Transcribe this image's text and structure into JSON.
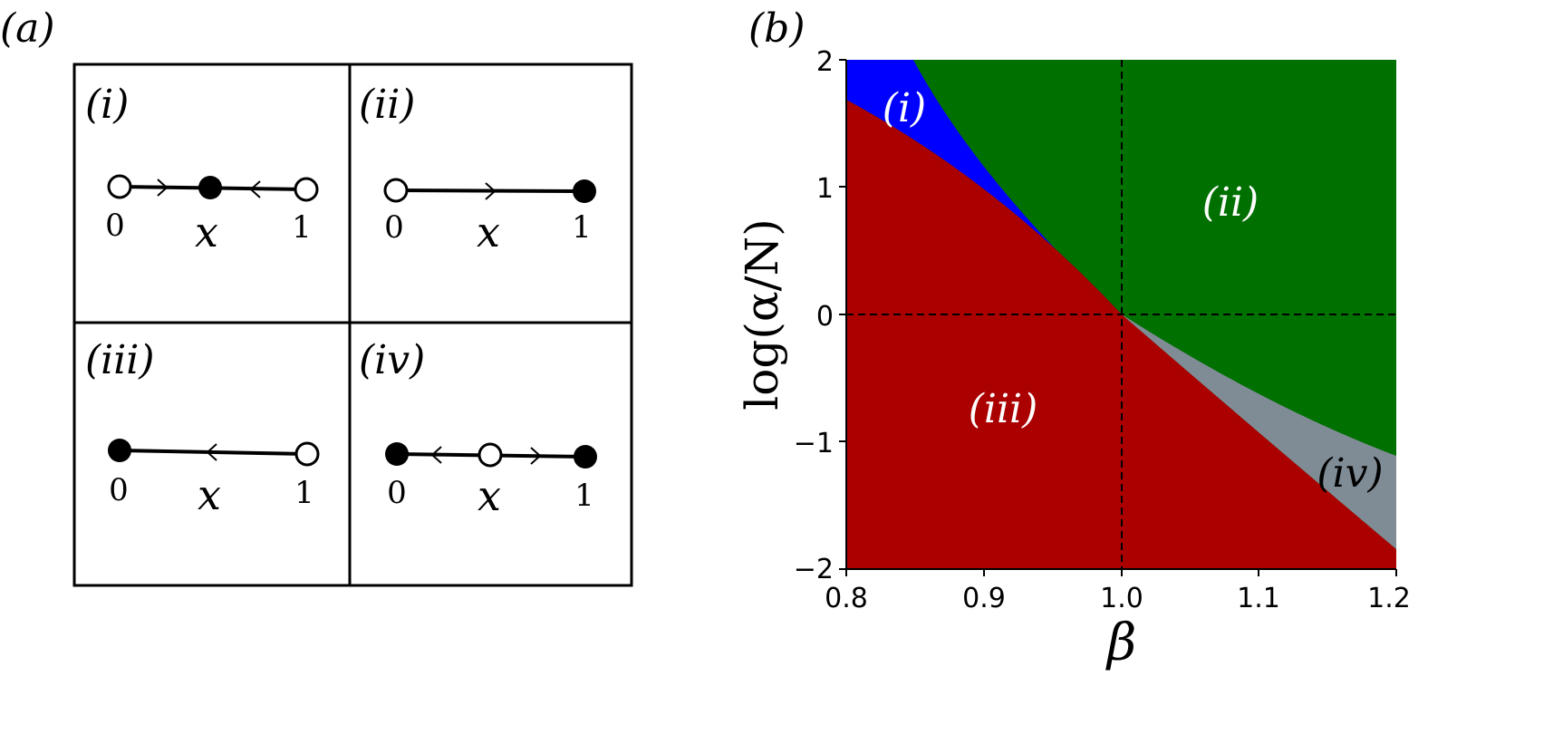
{
  "panel_a": {
    "label": "(a)",
    "cells": [
      {
        "label": "(i)",
        "axis_label": "x",
        "left_tick": "0",
        "right_tick": "1",
        "points": [
          {
            "pos": 0,
            "stable": false
          },
          {
            "pos": 0.5,
            "stable": true
          },
          {
            "pos": 1,
            "stable": false
          }
        ],
        "arrows": [
          {
            "between": [
              0,
              0.5
            ],
            "direction": "right"
          },
          {
            "between": [
              0.5,
              1
            ],
            "direction": "left"
          }
        ]
      },
      {
        "label": "(ii)",
        "axis_label": "x",
        "left_tick": "0",
        "right_tick": "1",
        "points": [
          {
            "pos": 0,
            "stable": false
          },
          {
            "pos": 1,
            "stable": true
          }
        ],
        "arrows": [
          {
            "between": [
              0,
              1
            ],
            "direction": "right"
          }
        ]
      },
      {
        "label": "(iii)",
        "axis_label": "x",
        "left_tick": "0",
        "right_tick": "1",
        "points": [
          {
            "pos": 0,
            "stable": true
          },
          {
            "pos": 1,
            "stable": false
          }
        ],
        "arrows": [
          {
            "between": [
              0,
              1
            ],
            "direction": "left"
          }
        ]
      },
      {
        "label": "(iv)",
        "axis_label": "x",
        "left_tick": "0",
        "right_tick": "1",
        "points": [
          {
            "pos": 0,
            "stable": true
          },
          {
            "pos": 0.5,
            "stable": false
          },
          {
            "pos": 1,
            "stable": true
          }
        ],
        "arrows": [
          {
            "between": [
              0,
              0.5
            ],
            "direction": "left"
          },
          {
            "between": [
              0.5,
              1
            ],
            "direction": "right"
          }
        ]
      }
    ]
  },
  "panel_b": {
    "label": "(b)",
    "xlabel": "β",
    "ylabel": "log(α/N)",
    "xlim": [
      0.8,
      1.2
    ],
    "ylim": [
      -2,
      2
    ],
    "xticks": [
      "0.8",
      "0.9",
      "1.0",
      "1.1",
      "1.2"
    ],
    "yticks": [
      "2",
      "1",
      "0",
      "−1",
      "−2"
    ],
    "reference_lines": {
      "x": 1.0,
      "y": 0
    },
    "regions": [
      {
        "label": "(i)",
        "color": "#0000ff",
        "label_color": "#ffffff"
      },
      {
        "label": "(ii)",
        "color": "#007000",
        "label_color": "#ffffff"
      },
      {
        "label": "(iii)",
        "color": "#aa0000",
        "label_color": "#ffffff"
      },
      {
        "label": "(iv)",
        "color": "#7f8c96",
        "label_color": "#000000"
      }
    ]
  }
}
